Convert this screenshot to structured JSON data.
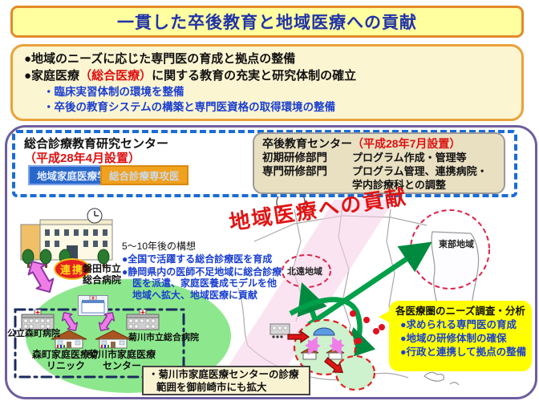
{
  "slide": {
    "title": "一貫した卒後教育と地域医療への貢献"
  },
  "goals": {
    "line1": "●地域のニーズに応じた専門医の育成と拠点の整備",
    "line2_pre": "●家庭医療",
    "line2_red": "（総合医療）",
    "line2_post": "に関する教育の充実と研究体制の確立",
    "sub_items": [
      "・臨床実習体制の環境を整備",
      "・卒後の教育システムの構築と専門医資格の取得環境の整備"
    ]
  },
  "gp_center": {
    "name": "総合診療教育研究センター",
    "established": "（平成28年4月設置）",
    "badge_blue": "地域家庭医療学",
    "badge_orange": "総合診療専攻医"
  },
  "postgrad_center": {
    "name": "卒後教育センター",
    "established": "（平成28年7月設置）",
    "rows": [
      {
        "label": "初期研修部門",
        "desc": "プログラム作成・管理等"
      },
      {
        "label": "専門研修部門",
        "desc": "プログラム管理、連携病院・学内診療科との調整"
      }
    ]
  },
  "left_diagram": {
    "renkei_badge": "連携",
    "iwata_label": "磐田市立総合病院",
    "morimachi_hospital": "公立森町病院",
    "morimachi_clinic": "森町家庭医療クリニック",
    "kikugawa_center": "菊川市家庭医療センター",
    "kikugawa_hospital": "菊川市立総合病院"
  },
  "vision": {
    "heading": "5～10年後の構想",
    "items": [
      "●全国で活躍する総合診療医を育成",
      "●静岡県内の医師不足地域に総合診療医を派遣、家庭医養成モデルを他地域へ拡大、地域医療に貢献"
    ]
  },
  "map": {
    "banner": "地域医療への貢献",
    "region_north": "北遠地域",
    "region_east": "東部地域"
  },
  "needs_callout": {
    "heading": "各医療圏のニーズ調査・分析",
    "items": [
      "●求められる専門医の育成",
      "●地域の研修体制の確保",
      "●行政と連携して拠点の整備"
    ]
  },
  "bottom_note": "・菊川市家庭医療センターの診療範囲を御前崎市にも拡大",
  "colors": {
    "title_text": "#2133a8",
    "accent_red": "#dd1111",
    "accent_blue": "#1a3fd0",
    "badge_blue_bg": "#2a69cc",
    "badge_orange_bg": "#f0a11e",
    "callout_yellow": "#ffff00"
  }
}
